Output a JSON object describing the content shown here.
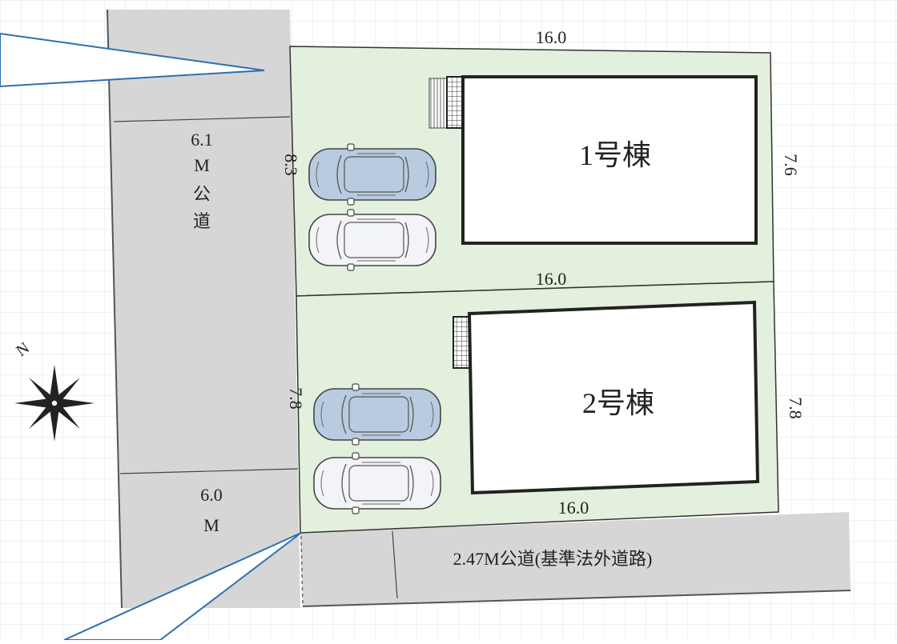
{
  "colors": {
    "lot_fill": "#e3f0dd",
    "road_fill": "#d6d6d6",
    "background_grid": "#dbe4ef",
    "sightline": "#2f6fb0",
    "outline": "#333333",
    "car_blue": "#b9cbe0",
    "car_white": "#f2f4f8"
  },
  "roads": {
    "west_width": "6.1",
    "west_unit": "M",
    "west_kind_1": "公",
    "west_kind_2": "道",
    "west_lower_width": "6.0",
    "west_lower_unit": "M",
    "south_label": "2.47M公道(基準法外道路)"
  },
  "lots": {
    "lot1": {
      "building": "1号棟",
      "top_width": "16.0",
      "left_depth": "8.3",
      "right_depth": "7.6"
    },
    "lot2": {
      "building": "2号棟",
      "top_width": "16.0",
      "left_depth": "7.8",
      "right_depth": "7.8",
      "bottom_width": "16.0"
    }
  },
  "compass": {
    "north_label": "N",
    "icon": "north-arrow-compass-icon"
  },
  "cars": {
    "icon": "car-icon",
    "count": 4
  }
}
